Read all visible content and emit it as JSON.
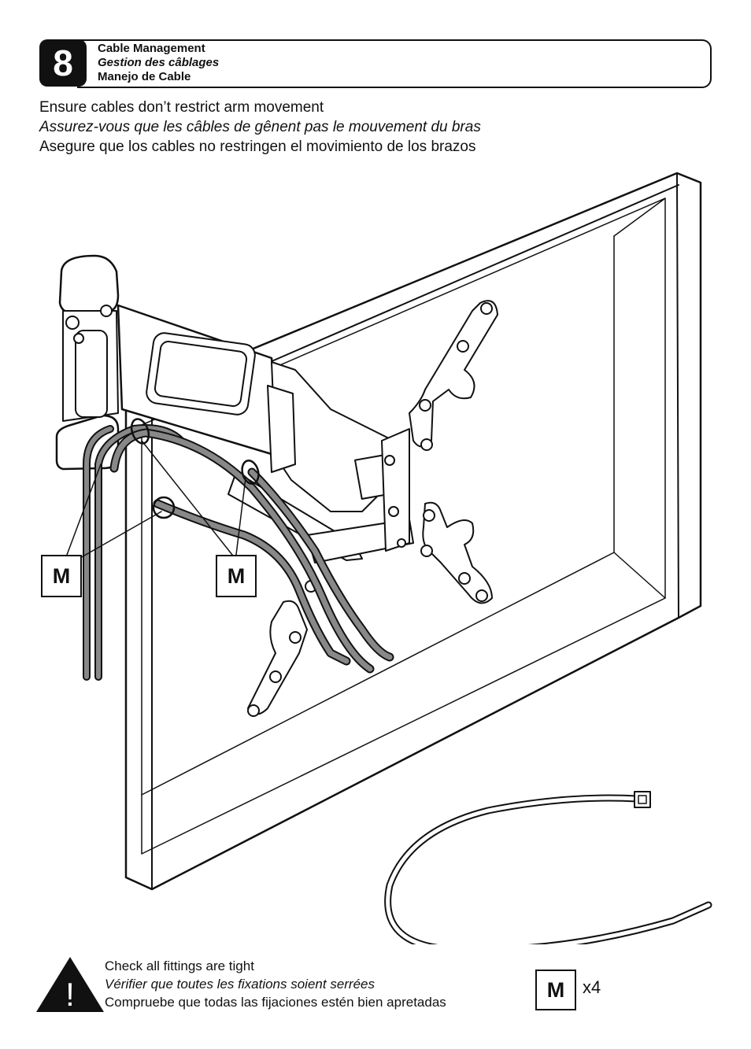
{
  "step": {
    "number": "8",
    "title_en": "Cable Management",
    "title_fr": "Gestion des câblages",
    "title_es": "Manejo de Cable"
  },
  "instructions": {
    "en": "Ensure cables don’t restrict arm movement",
    "fr": "Assurez-vous que les câbles de gênent pas le mouvement du bras",
    "es": "Asegure que los cables no restringen el movimiento de los brazos"
  },
  "callouts": {
    "left": "M",
    "center": "M"
  },
  "warning": {
    "icon": "warning-triangle-icon",
    "glyph": "!",
    "en": "Check all fittings are tight",
    "fr": "Vérifier que toutes les fixations soient serrées",
    "es": "Compruebe que todas las fijaciones  estén bien apretadas"
  },
  "parts": {
    "label": "M",
    "quantity": "x4"
  }
}
